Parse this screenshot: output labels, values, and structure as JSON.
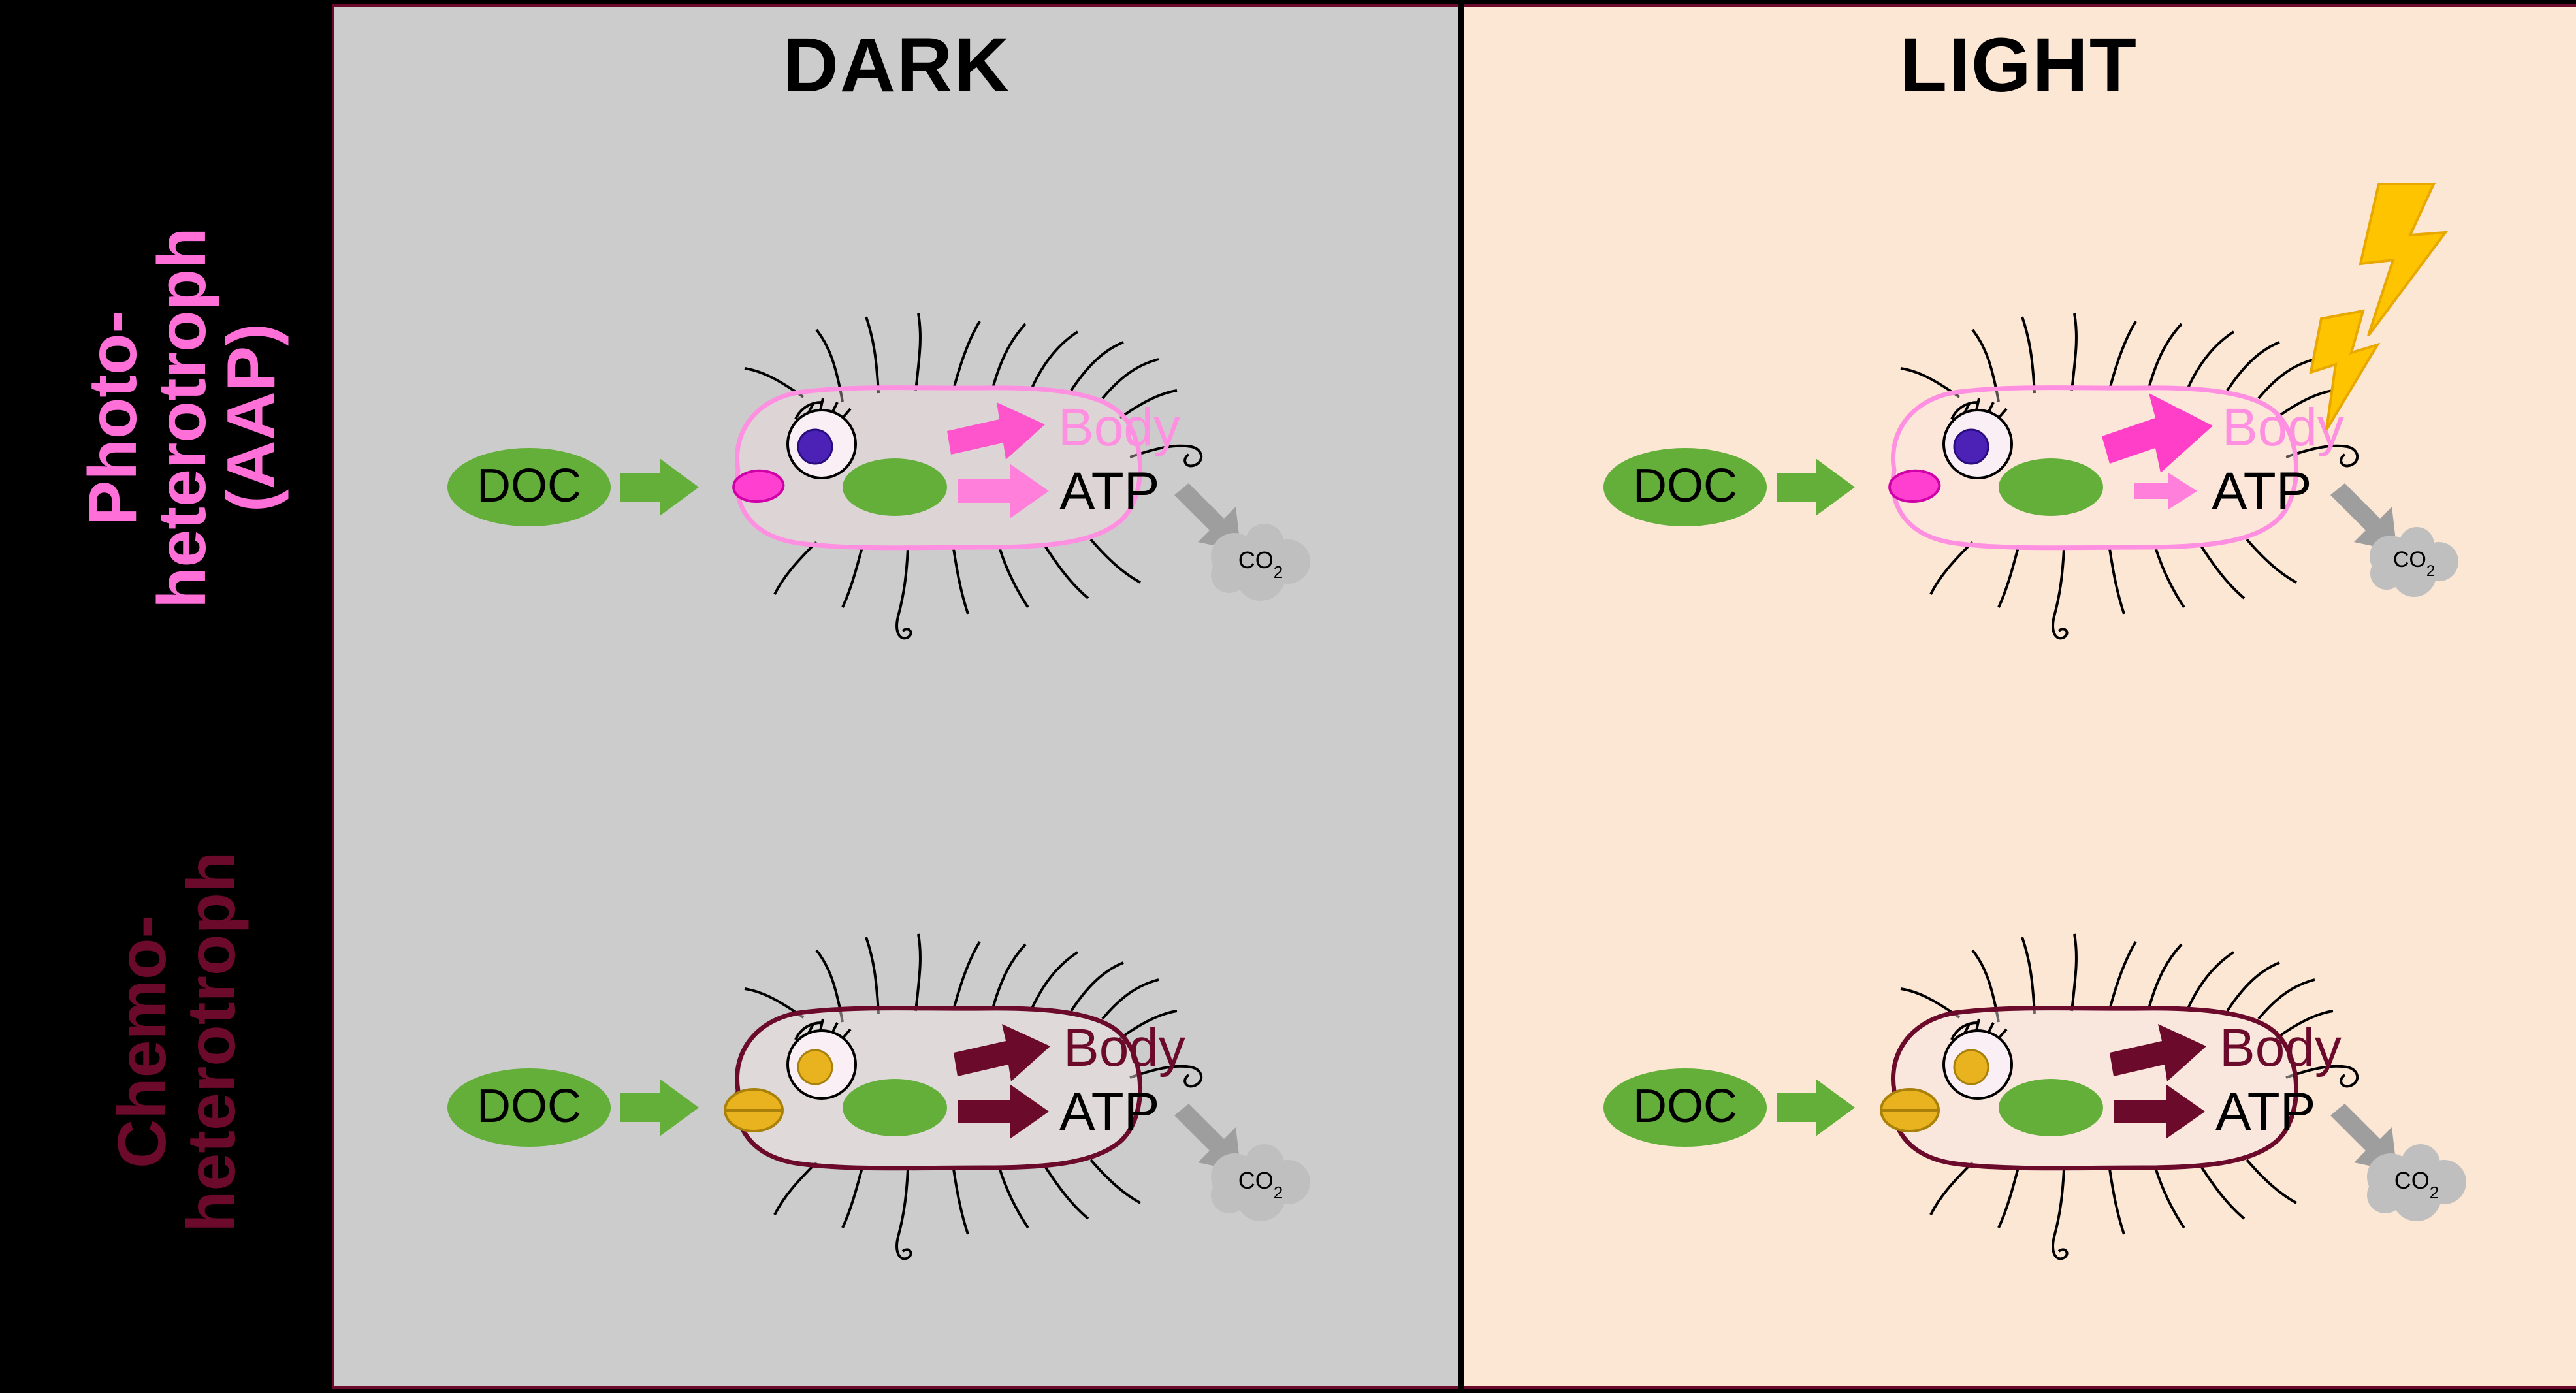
{
  "figure": {
    "row_labels": [
      {
        "id": "photoheterotroph",
        "text": "Photo-\nheterotroph\n(AAP)",
        "color": "#FF6FD8"
      },
      {
        "id": "chemoheterotroph",
        "text": "Chemo-\nheterotroph",
        "color": "#6B0A2A"
      }
    ],
    "columns": [
      {
        "id": "dark",
        "title": "DARK",
        "background": "#CCCCCC"
      },
      {
        "id": "light",
        "title": "LIGHT",
        "background": "#FCE6D4"
      }
    ],
    "colors": {
      "photo_accent": "#FF6FD8",
      "photo_membrane": "#FFB3E6",
      "chemo_accent": "#6B0A2A",
      "chemo_membrane": "#6B0A2A",
      "doc_green": "#63AF3A",
      "co2_gray": "#BFBFBF",
      "sunlight_yellow": "#FFC400",
      "photo_pigment_purple": "#4B22B5",
      "chemo_pigment_yellow": "#E8B31E",
      "panel_border": "#6B0A2A",
      "background_black": "#000000"
    },
    "cells": [
      {
        "id": "photo-dark",
        "row": "photoheterotroph",
        "column": "dark",
        "doc_label": "DOC",
        "body_label": "Body",
        "atp_label": "ATP",
        "co2_label": "CO2",
        "co2_subscript": "2",
        "body_arrow_size": "medium",
        "atp_arrow_size": "medium",
        "sunlight": false
      },
      {
        "id": "photo-light",
        "row": "photoheterotroph",
        "column": "light",
        "doc_label": "DOC",
        "body_label": "Body",
        "atp_label": "ATP",
        "co2_label": "CO2",
        "co2_subscript": "2",
        "body_arrow_size": "large",
        "atp_arrow_size": "small",
        "sunlight": true
      },
      {
        "id": "chemo-dark",
        "row": "chemoheterotroph",
        "column": "dark",
        "doc_label": "DOC",
        "body_label": "Body",
        "atp_label": "ATP",
        "co2_label": "CO2",
        "co2_subscript": "2",
        "body_arrow_size": "medium",
        "atp_arrow_size": "medium",
        "sunlight": false
      },
      {
        "id": "chemo-light",
        "row": "chemoheterotroph",
        "column": "light",
        "doc_label": "DOC",
        "body_label": "Body",
        "atp_label": "ATP",
        "co2_label": "CO2",
        "co2_subscript": "2",
        "body_arrow_size": "medium",
        "atp_arrow_size": "medium",
        "sunlight": false
      }
    ]
  }
}
